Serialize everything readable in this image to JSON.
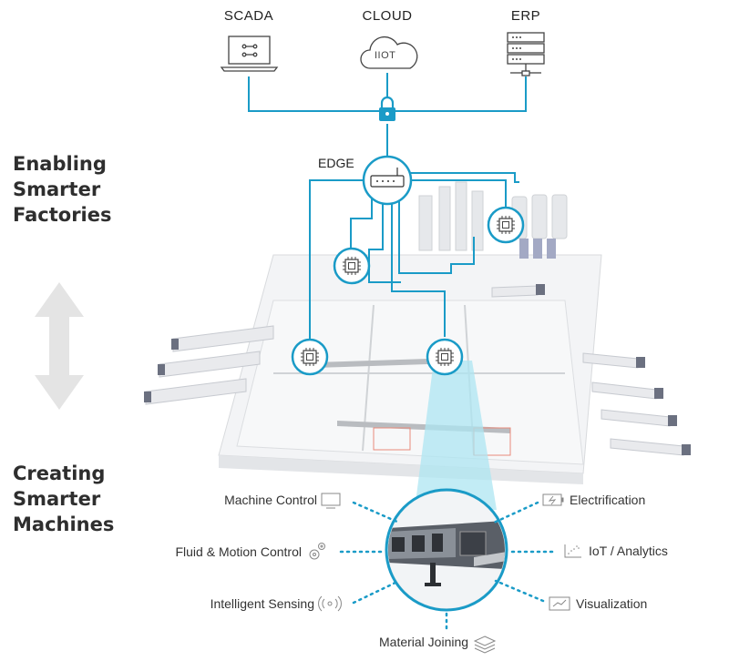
{
  "top": {
    "scada": "SCADA",
    "cloud": "CLOUD",
    "cloud_inner": "IIOT",
    "erp": "ERP"
  },
  "edge_label": "EDGE",
  "heading_factories": [
    "Enabling",
    "Smarter",
    "Factories"
  ],
  "heading_machines": [
    "Creating",
    "Smarter",
    "Machines"
  ],
  "features": {
    "machine_control": "Machine Control",
    "fluid_motion": "Fluid & Motion Control",
    "intelligent_sensing": "Intelligent Sensing",
    "material_joining": "Material Joining",
    "electrification": "Electrification",
    "iot_analytics": "IoT / Analytics",
    "visualization": "Visualization"
  },
  "colors": {
    "accent": "#1a9bc7",
    "beam": "#aee6f2",
    "text": "#333333",
    "icon": "#888888"
  }
}
